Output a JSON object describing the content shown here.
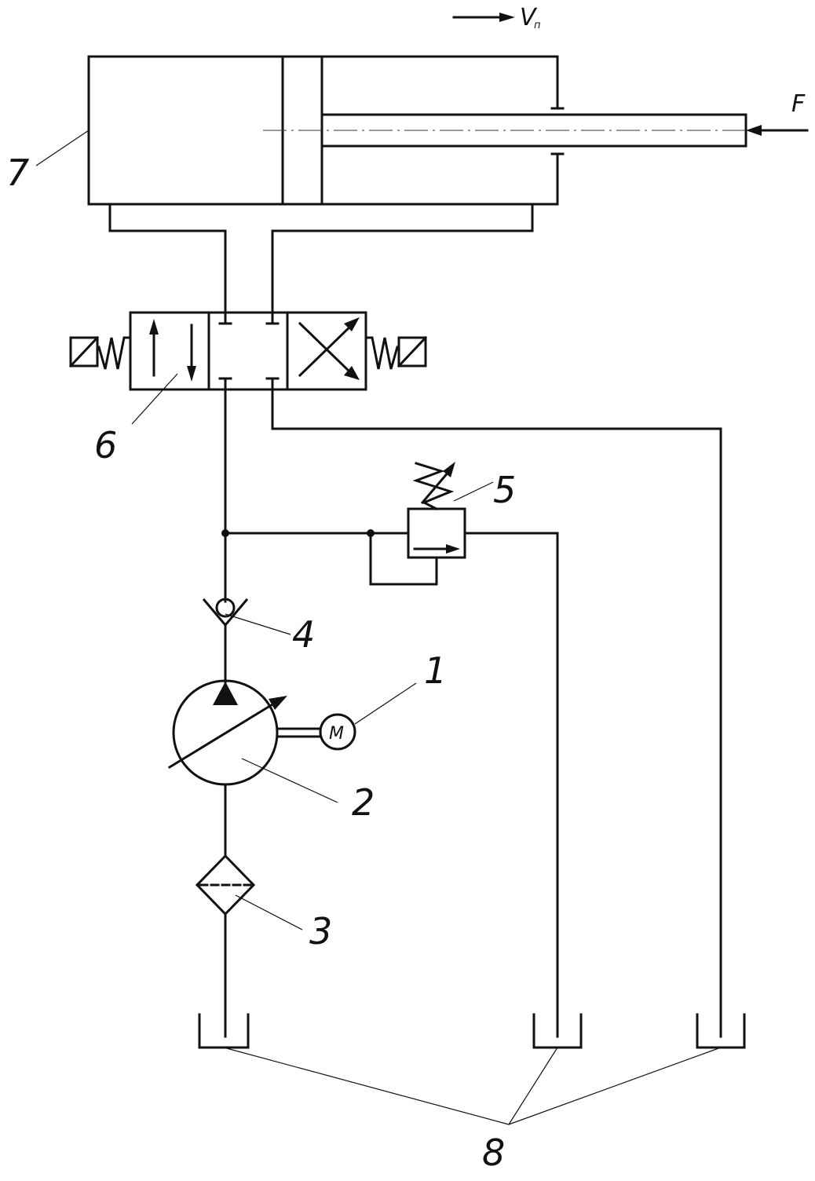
{
  "labels": {
    "motor": "1",
    "pump": "2",
    "filter": "3",
    "check_valve": "4",
    "relief_valve": "5",
    "directional_valve": "6",
    "cylinder": "7",
    "tanks": "8",
    "force": "F",
    "velocity": "V",
    "velocity_subscript": "п",
    "motor_symbol": "M"
  }
}
